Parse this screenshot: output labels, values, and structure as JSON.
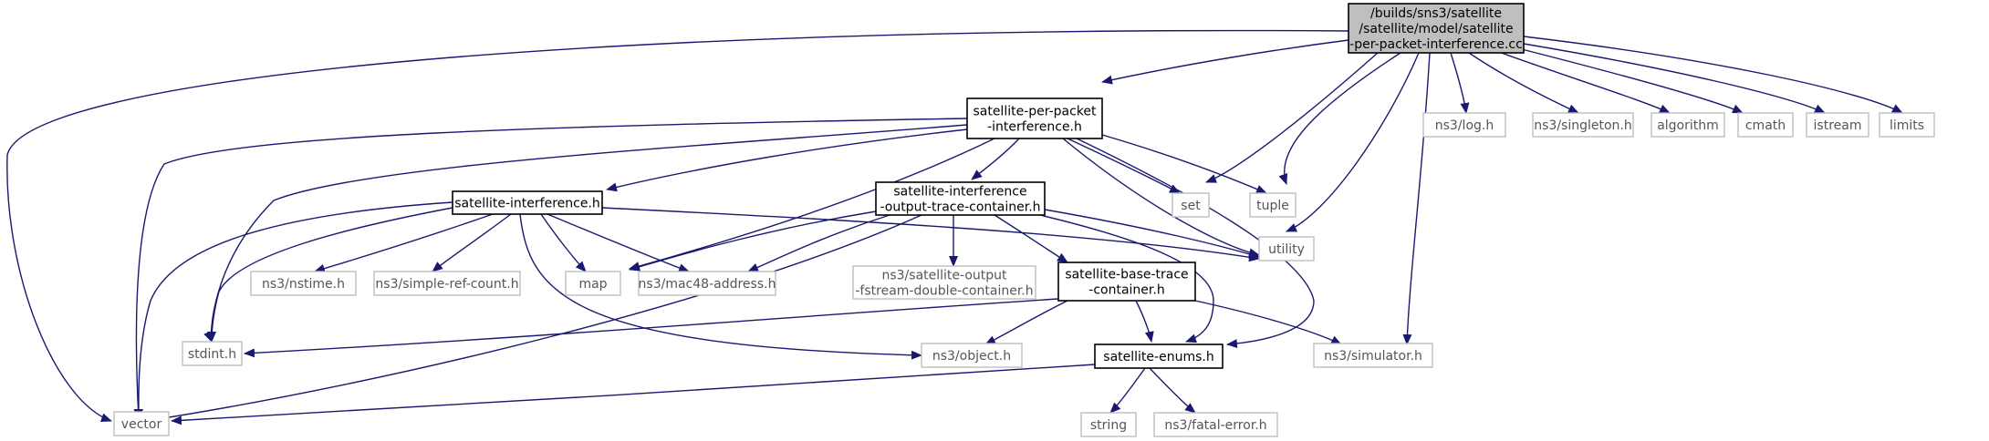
{
  "colors": {
    "edge": "#191970",
    "root_fill": "#bfbfbf",
    "main_border": "#000000",
    "leaf_border": "#bfbfbf",
    "leaf_text": "#555555"
  },
  "nodes": {
    "root": [
      "/builds/sns3/satellite",
      "/satellite/model/satellite",
      "-per-packet-interference.cc"
    ],
    "ppi": [
      "satellite-per-packet",
      "-interference.h"
    ],
    "interf": [
      "satellite-interference.h"
    ],
    "otc": [
      "satellite-interference",
      "-output-trace-container.h"
    ],
    "btc": [
      "satellite-base-trace",
      "-container.h"
    ],
    "enums": [
      "satellite-enums.h"
    ],
    "log": [
      "ns3/log.h"
    ],
    "singleton": [
      "ns3/singleton.h"
    ],
    "algorithm": [
      "algorithm"
    ],
    "cmath": [
      "cmath"
    ],
    "istream": [
      "istream"
    ],
    "limits": [
      "limits"
    ],
    "set": [
      "set"
    ],
    "tuple": [
      "tuple"
    ],
    "utility": [
      "utility"
    ],
    "map": [
      "map"
    ],
    "mac48": [
      "ns3/mac48-address.h"
    ],
    "nstime": [
      "ns3/nstime.h"
    ],
    "srefcount": [
      "ns3/simple-ref-count.h"
    ],
    "fstream": [
      "ns3/satellite-output",
      "-fstream-double-container.h"
    ],
    "stdint": [
      "stdint.h"
    ],
    "object": [
      "ns3/object.h"
    ],
    "simulator": [
      "ns3/simulator.h"
    ],
    "vector": [
      "vector"
    ],
    "string": [
      "string"
    ],
    "fatal": [
      "ns3/fatal-error.h"
    ]
  }
}
